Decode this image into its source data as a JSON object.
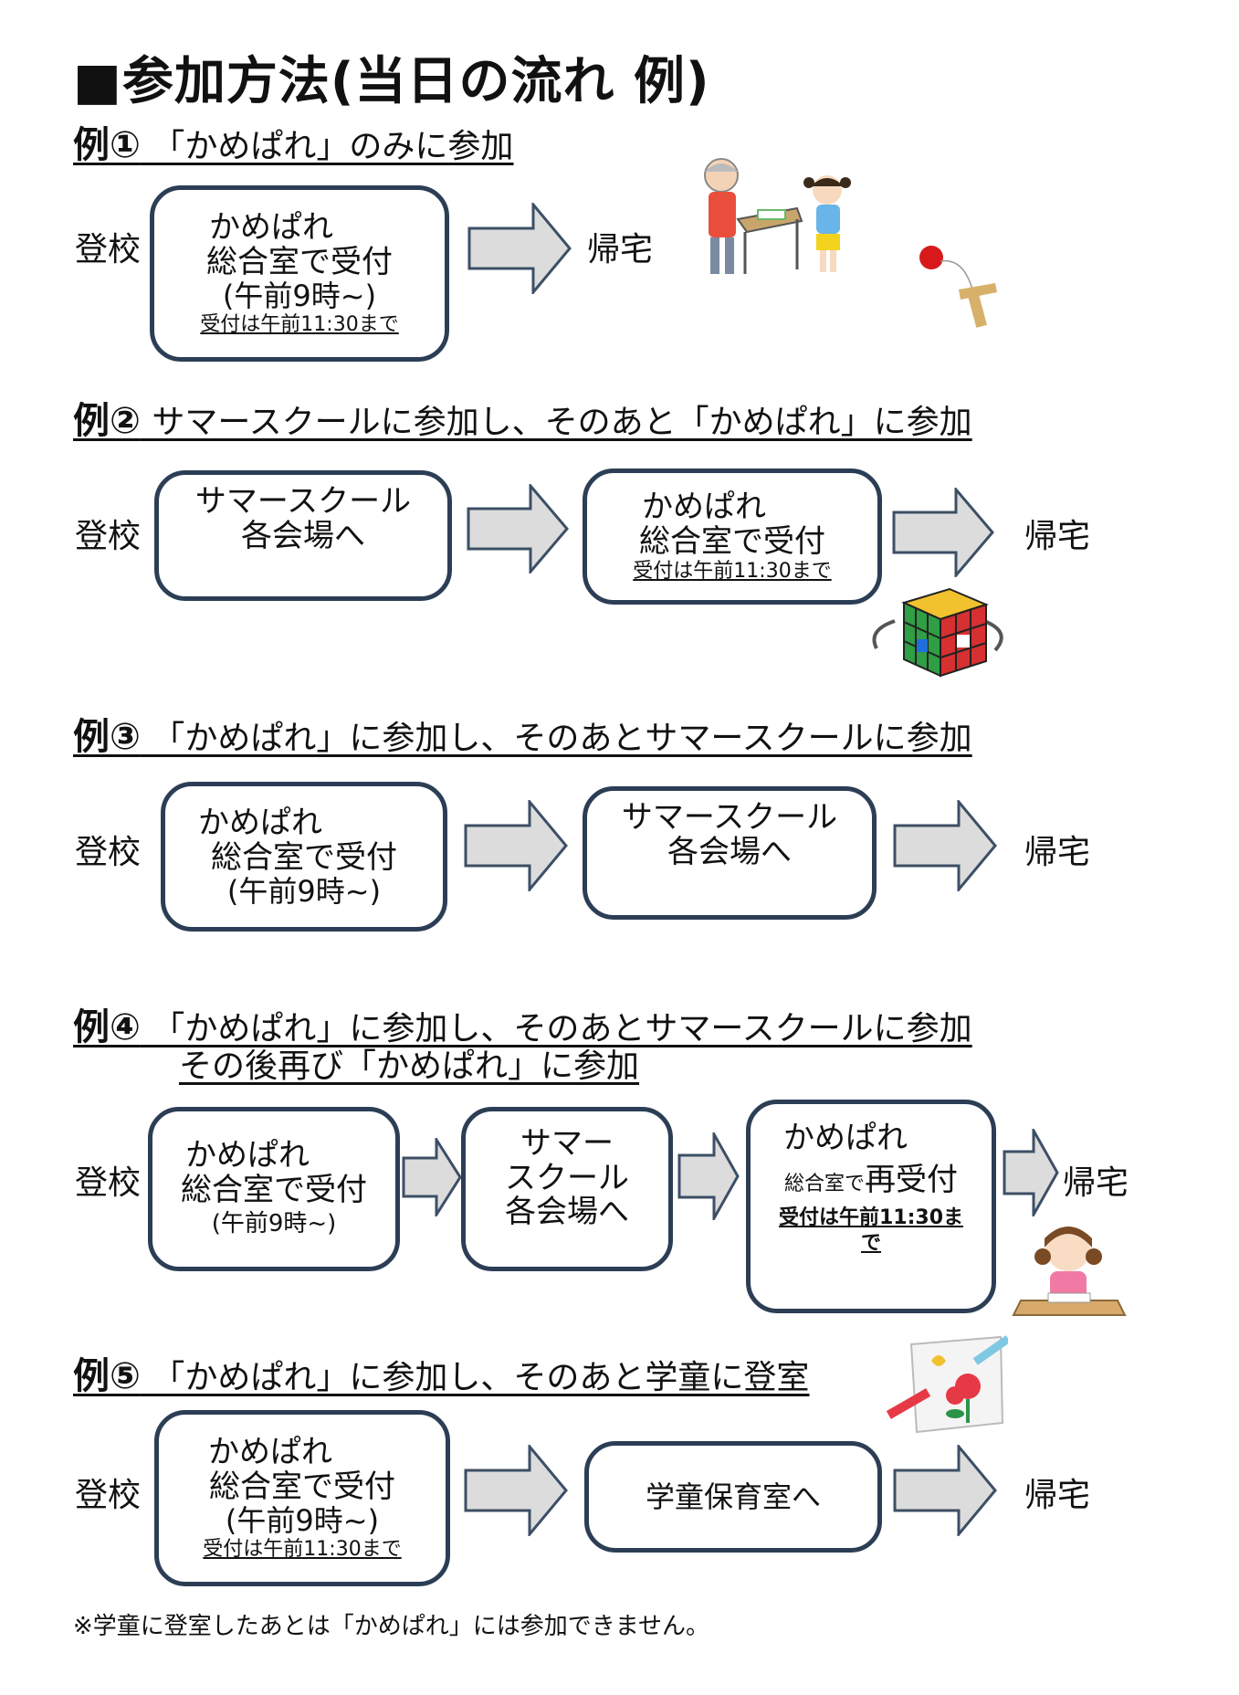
{
  "title": "■参加方法(当日の流れ 例)",
  "common": {
    "start": "登校",
    "end": "帰宅"
  },
  "ex1": {
    "heading_lead": "例①",
    "heading_text": "「かめぱれ」のみに参加",
    "box1": {
      "l1": "かめぱれ",
      "l2": "総合室で受付",
      "l3": "(午前9時~)",
      "l4": "受付は午前11:30まで"
    }
  },
  "ex2": {
    "heading_lead": "例②",
    "heading_text": "サマースクールに参加し、そのあと「かめぱれ」に参加",
    "box1": {
      "l1": "サマースクール",
      "l2": "各会場へ"
    },
    "box2": {
      "l1": "かめぱれ",
      "l2": "総合室で受付",
      "l4": "受付は午前11:30まで"
    }
  },
  "ex3": {
    "heading_lead": "例③",
    "heading_text": "「かめぱれ」に参加し、そのあとサマースクールに参加",
    "box1": {
      "l1": "かめぱれ",
      "l2": "総合室で受付",
      "l3": "(午前9時~)"
    },
    "box2": {
      "l1": "サマースクール",
      "l2": "各会場へ"
    }
  },
  "ex4": {
    "heading_lead": "例④",
    "heading_text": "「かめぱれ」に参加し、そのあとサマースクールに参加",
    "heading_text2": "その後再び「かめぱれ」に参加",
    "box1": {
      "l1": "かめぱれ",
      "l2": "総合室で受付",
      "l3": "(午前9時~)"
    },
    "box2": {
      "l1": "サマー",
      "l2": "スクール",
      "l3": "各会場へ"
    },
    "box3": {
      "l1": "かめぱれ",
      "l2a": "総合室で",
      "l2b": "再受付",
      "l4a": "受付は午前11:30ま",
      "l4b": "で"
    }
  },
  "ex5": {
    "heading_lead": "例⑤",
    "heading_text": "「かめぱれ」に参加し、そのあと学童に登室",
    "box1": {
      "l1": "かめぱれ",
      "l2": "総合室で受付",
      "l3": "(午前9時~)",
      "l4": "受付は午前11:30まで"
    },
    "box2": {
      "l1": "学童保育室へ"
    }
  },
  "note": "※学童に登室したあとは「かめぱれ」には参加できません。",
  "colors": {
    "box_border": "#2c3e55",
    "arrow_fill": "#dcdcdc",
    "arrow_stroke": "#3d4f66"
  }
}
